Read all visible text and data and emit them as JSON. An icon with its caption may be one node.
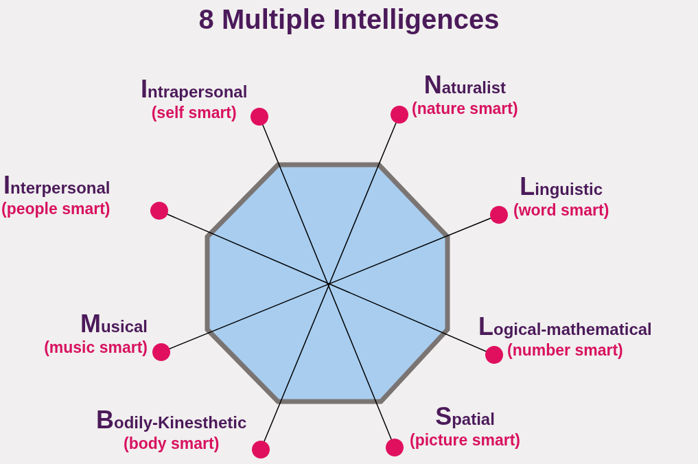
{
  "diagram": {
    "title": "8 Multiple Intelligences",
    "nodes": [
      {
        "text": [
          "Intrapersonal",
          "(self smart)"
        ]
      },
      {
        "text": [
          "Naturalist",
          "(nature smart)"
        ]
      },
      {
        "text": [
          "Interpersonal",
          "(people smart)"
        ]
      },
      {
        "text": [
          "Linguistic",
          "(word smart)"
        ]
      },
      {
        "text": [
          "Musical",
          "(music smart)"
        ]
      },
      {
        "text": [
          "Logical-mathematical",
          "(number smart)"
        ]
      },
      {
        "text": [
          "Bodily-Kinesthetic",
          "(body smart)"
        ]
      },
      {
        "text": [
          "Spatial",
          "(picture smart)"
        ]
      }
    ],
    "edges": [
      {
        "from": 0,
        "to": 7,
        "arrow": "other"
      },
      {
        "from": 1,
        "to": 6,
        "arrow": "other"
      },
      {
        "from": 2,
        "to": 5,
        "arrow": "other"
      },
      {
        "from": 3,
        "to": 4,
        "arrow": "other"
      }
    ]
  }
}
